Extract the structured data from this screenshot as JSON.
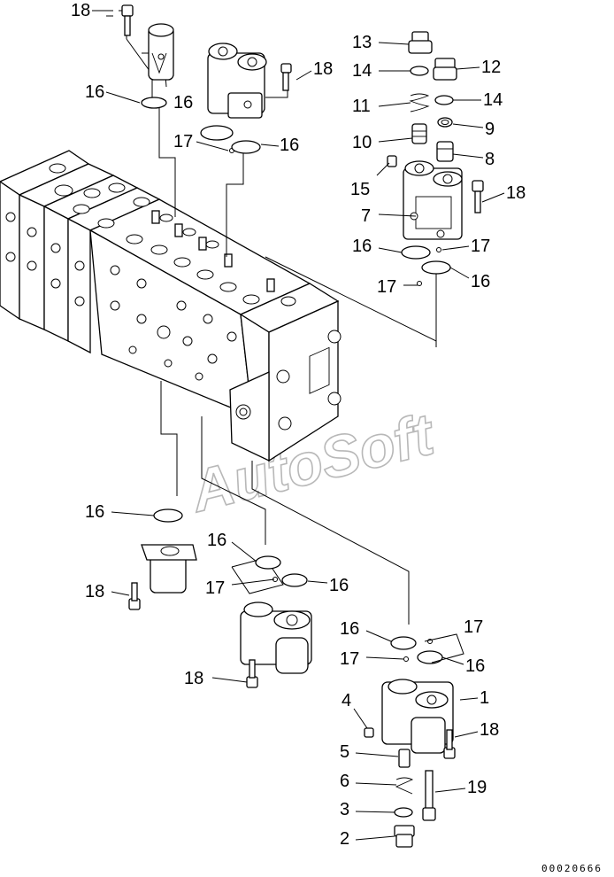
{
  "callouts": [
    {
      "id": "c-18-a",
      "text": "18"
    },
    {
      "id": "c-16-a",
      "text": "16"
    },
    {
      "id": "c-16-b",
      "text": "16"
    },
    {
      "id": "c-17-a",
      "text": "17"
    },
    {
      "id": "c-16-c",
      "text": "16"
    },
    {
      "id": "c-18-b",
      "text": "18"
    },
    {
      "id": "c-13",
      "text": "13"
    },
    {
      "id": "c-14-a",
      "text": "14"
    },
    {
      "id": "c-12",
      "text": "12"
    },
    {
      "id": "c-11",
      "text": "11"
    },
    {
      "id": "c-14-b",
      "text": "14"
    },
    {
      "id": "c-9",
      "text": "9"
    },
    {
      "id": "c-10",
      "text": "10"
    },
    {
      "id": "c-8",
      "text": "8"
    },
    {
      "id": "c-15",
      "text": "15"
    },
    {
      "id": "c-18-c",
      "text": "18"
    },
    {
      "id": "c-7",
      "text": "7"
    },
    {
      "id": "c-16-d",
      "text": "16"
    },
    {
      "id": "c-17-b",
      "text": "17"
    },
    {
      "id": "c-17-c",
      "text": "17"
    },
    {
      "id": "c-16-e",
      "text": "16"
    },
    {
      "id": "c-16-f",
      "text": "16"
    },
    {
      "id": "c-16-g",
      "text": "16"
    },
    {
      "id": "c-18-d",
      "text": "18"
    },
    {
      "id": "c-17-d",
      "text": "17"
    },
    {
      "id": "c-16-h",
      "text": "16"
    },
    {
      "id": "c-16-i",
      "text": "16"
    },
    {
      "id": "c-17-e",
      "text": "17"
    },
    {
      "id": "c-18-e",
      "text": "18"
    },
    {
      "id": "c-17-f",
      "text": "17"
    },
    {
      "id": "c-16-j",
      "text": "16"
    },
    {
      "id": "c-4",
      "text": "4"
    },
    {
      "id": "c-1",
      "text": "1"
    },
    {
      "id": "c-18-f",
      "text": "18"
    },
    {
      "id": "c-5",
      "text": "5"
    },
    {
      "id": "c-6",
      "text": "6"
    },
    {
      "id": "c-19",
      "text": "19"
    },
    {
      "id": "c-3",
      "text": "3"
    },
    {
      "id": "c-2",
      "text": "2"
    }
  ],
  "watermark": "AutoSoft",
  "drawing_number": "00020666"
}
